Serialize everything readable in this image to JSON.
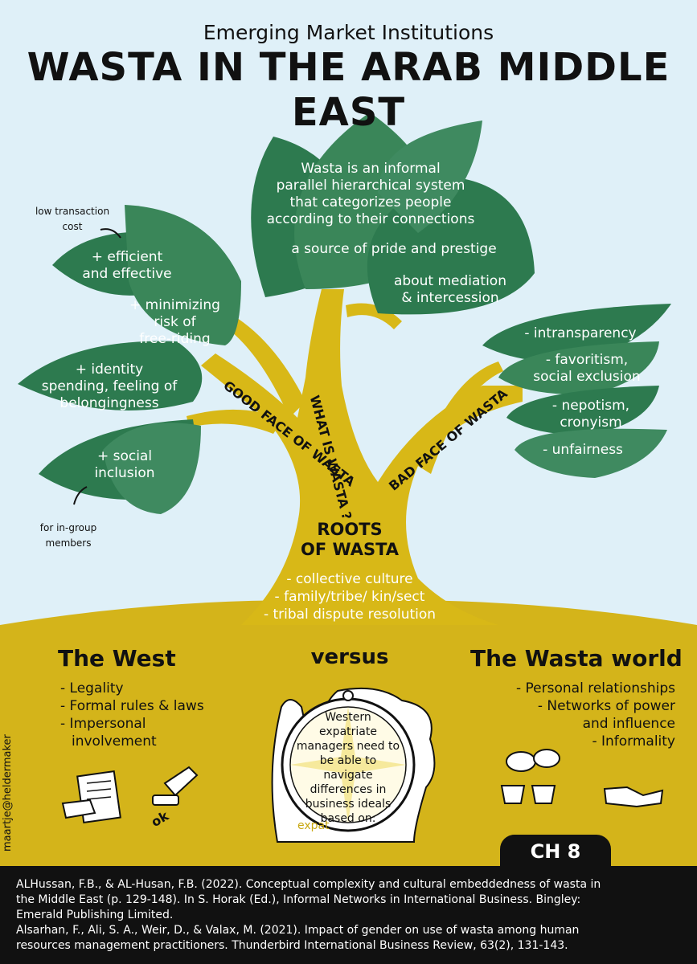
{
  "header": {
    "subtitle": "Emerging Market Institutions",
    "title": "WASTA IN THE ARAB MIDDLE EAST"
  },
  "colors": {
    "sky": "#dff0f8",
    "leaf": "#2d7a4f",
    "leaf_light": "#3f8a60",
    "trunk": "#d8b817",
    "ground": "#d4b41a",
    "ink": "#111111"
  },
  "tree": {
    "definition_leaf": [
      "Wasta is an informal",
      "parallel hierarchical system",
      "that categorizes people",
      "according to their connections",
      "a source of pride and prestige",
      "about mediation",
      "& intercession"
    ],
    "good_leaves": [
      [
        "+ efficient",
        "and effective"
      ],
      [
        "+ minimizing",
        "risk of",
        "free-riding"
      ],
      [
        "+ identity",
        "spending, feeling of",
        "belongingness"
      ],
      [
        "+ social",
        "inclusion"
      ]
    ],
    "bad_leaves": [
      "- intransparency",
      [
        "- favoritism,",
        "social exclusion"
      ],
      [
        "- nepotism,",
        "cronyism"
      ],
      "- unfairness"
    ],
    "labels": {
      "what": "WHAT IS WASTA ?",
      "good": "GOOD FACE OF WASTA",
      "bad": "BAD FACE OF WASTA"
    },
    "notes": {
      "low_cost": [
        "low transaction",
        "cost"
      ],
      "in_group": [
        "for in-group",
        "members"
      ]
    },
    "roots": {
      "title": [
        "ROOTS",
        "OF WASTA"
      ],
      "items": [
        "- collective culture",
        "- family/tribe/ kin/sect",
        "- tribal dispute resolution"
      ]
    }
  },
  "comparison": {
    "west": {
      "title": "The West",
      "items": [
        "- Legality",
        "- Formal rules & laws",
        "- Impersonal",
        "involvement"
      ],
      "icon_label": "ok"
    },
    "versus": "versus",
    "wasta": {
      "title": "The Wasta world",
      "items": [
        "- Personal relationships",
        "- Networks of power",
        "and influence",
        "- Informality"
      ]
    },
    "dial": {
      "lines": [
        "Western",
        "expatriate",
        "managers need to",
        "be able to navigate",
        "differences in",
        "business ideals",
        "based on:"
      ],
      "hand_label": "expat"
    }
  },
  "chapter": "CH 8",
  "credit": "maartje@heldermaker",
  "references": [
    "ALHussan, F.B., & AL-Husan, F.B. (2022). Conceptual complexity and cultural embeddedness of wasta in",
    "the Middle East (p. 129-148). In S. Horak (Ed.), Informal Networks in International Business. Bingley:",
    "Emerald Publishing Limited.",
    "Alsarhan, F., Ali, S. A., Weir, D., & Valax, M. (2021). Impact of gender on use of wasta among human",
    "resources management practitioners. Thunderbird International Business Review, 63(2), 131-143."
  ]
}
